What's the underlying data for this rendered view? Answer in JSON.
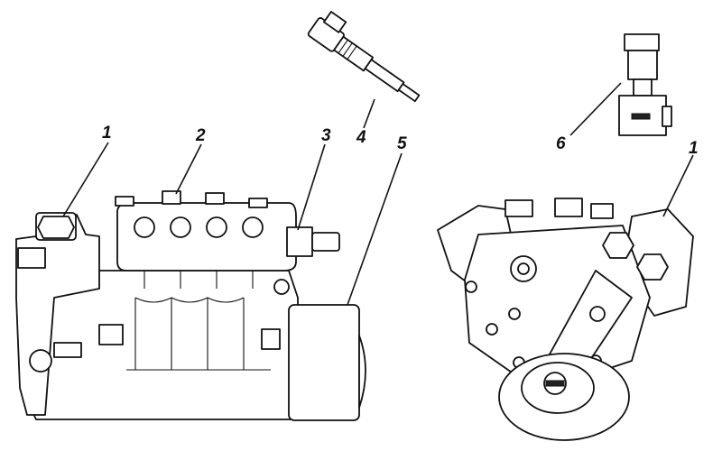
{
  "callouts": {
    "c1_left": "1",
    "c2": "2",
    "c3": "3",
    "c4": "4",
    "c5": "5",
    "c6": "6",
    "c1_right": "1"
  },
  "icons": {
    "side_view": "fuel-injection-pump-side-view",
    "front_view": "fuel-injection-pump-front-view",
    "injector": "injector-nozzle",
    "valve": "valve-fitting"
  }
}
